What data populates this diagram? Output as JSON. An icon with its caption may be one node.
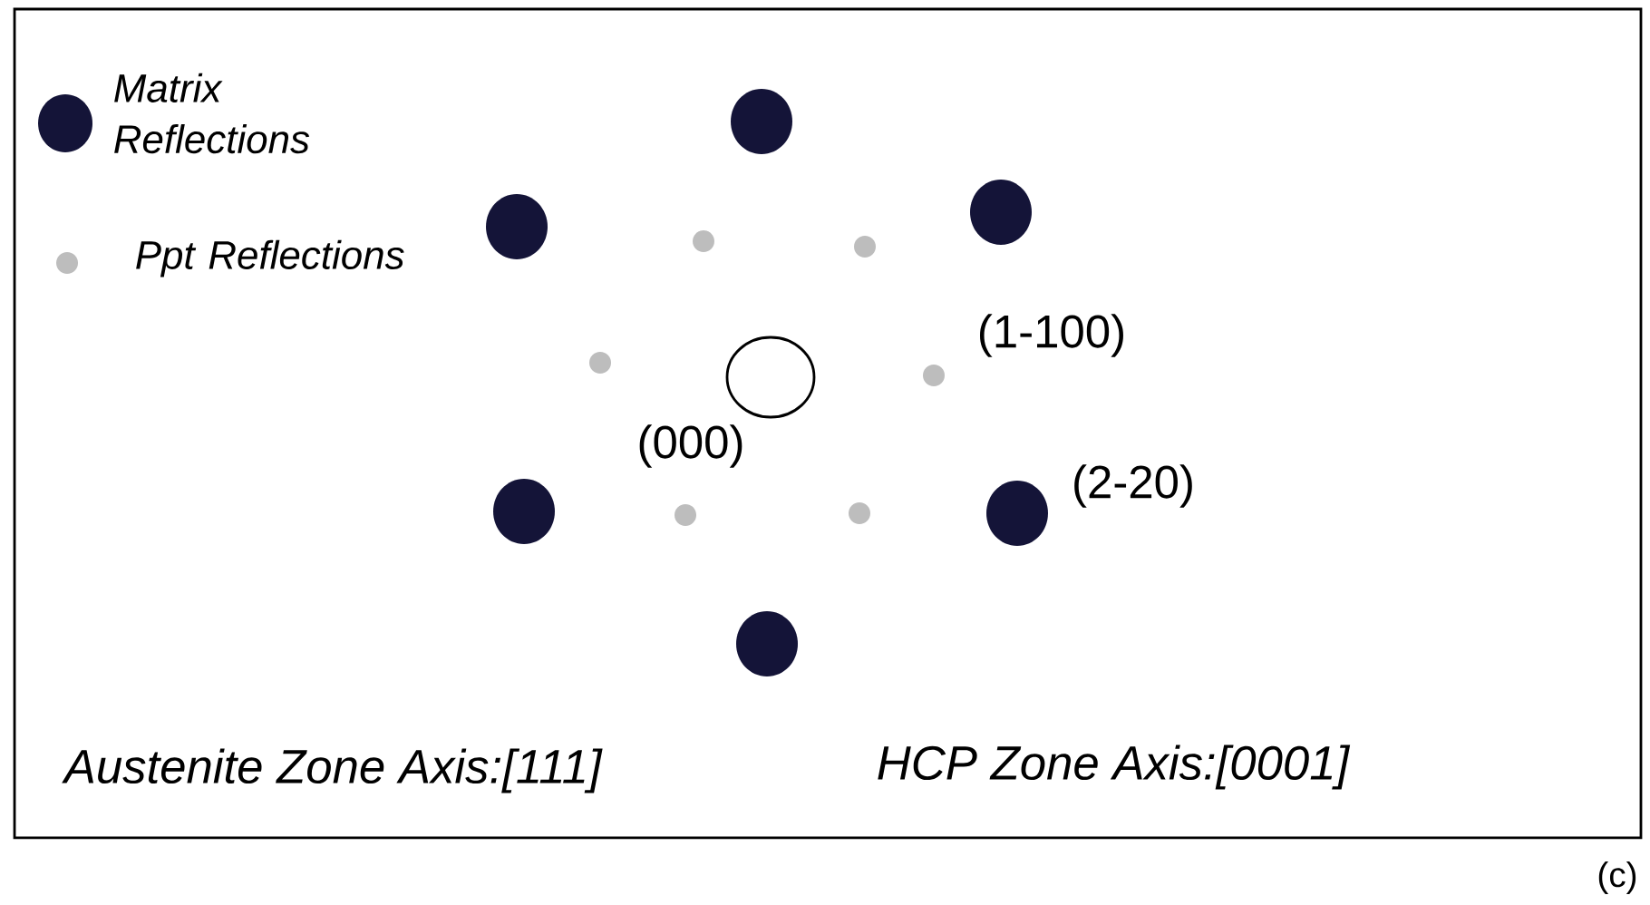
{
  "diagram": {
    "labels": [
      "(1-100)",
      "(000)",
      "(2-20)",
      "Austenite Zone Axis:[111]",
      "HCP Zone Axis:[0001]",
      "(c)"
    ],
    "legend": [
      {
        "text": "Matrix Reflections",
        "color": "#141438"
      },
      {
        "text": "Ppt Reflections",
        "color": "#bdbdbd"
      }
    ]
  }
}
